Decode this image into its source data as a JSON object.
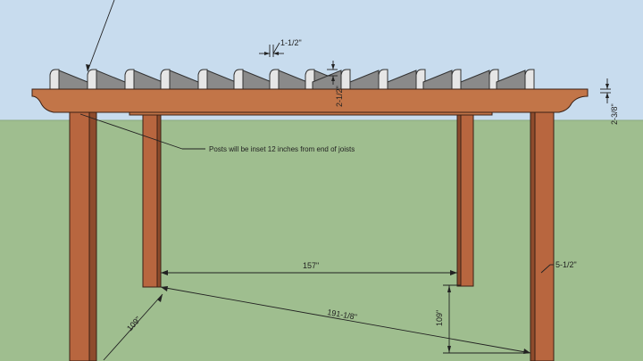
{
  "scene": {
    "colors": {
      "sky": "#c8dcee",
      "ground": "#9fbe8f",
      "wood": "#b8663f",
      "wood_dark": "#8e4b2c",
      "rafter_face": "#e6e6e6",
      "rafter_side": "#8a8a8a"
    }
  },
  "dimensions": {
    "rafter_width": "1-1/2\"",
    "rafter_depth": "2-1/2\"",
    "beam_height": "2-3/8\"",
    "post_width": "5-1/2\"",
    "inner_span": "157\"",
    "diagonal": "191-1/8\"",
    "depth_front": "109\"",
    "depth_side": "109\""
  },
  "annotations": {
    "post_inset_note": "Posts will be inset 12 inches from end of joists"
  }
}
